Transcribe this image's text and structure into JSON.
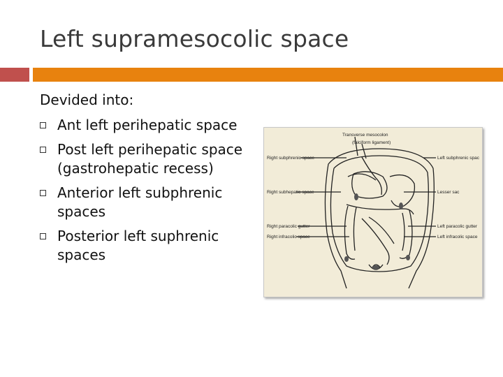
{
  "slide": {
    "title": "Left supramesocolic space",
    "intro": "Devided into:",
    "bullets": [
      "Ant left perihepatic space",
      "Post left perihepatic space (gastrohepatic recess)",
      "Anterior left subphrenic spaces",
      "Posterior left suphrenic spaces"
    ]
  },
  "figure": {
    "labels": {
      "transverse_mesocolon": "Transverse mesocolon",
      "falciform_ligament": "(falciform ligament)",
      "right_subphrenic": "Right subphrenic space",
      "left_subphrenic": "Left subphrenic spac",
      "right_subhepatic": "Right subhepatic space",
      "lesser_sac": "Lesser sac",
      "right_paracolic": "Right paracolic gutter",
      "left_paracolic": "Left paracolic gutter",
      "right_infracolic": "Right infracolic space",
      "left_infracolic": "Left infracolic space"
    }
  },
  "colors": {
    "title": "#3a3a3a",
    "accent_red": "#c0504d",
    "accent_orange": "#e8820e",
    "figure_background": "#f2ecd8"
  }
}
